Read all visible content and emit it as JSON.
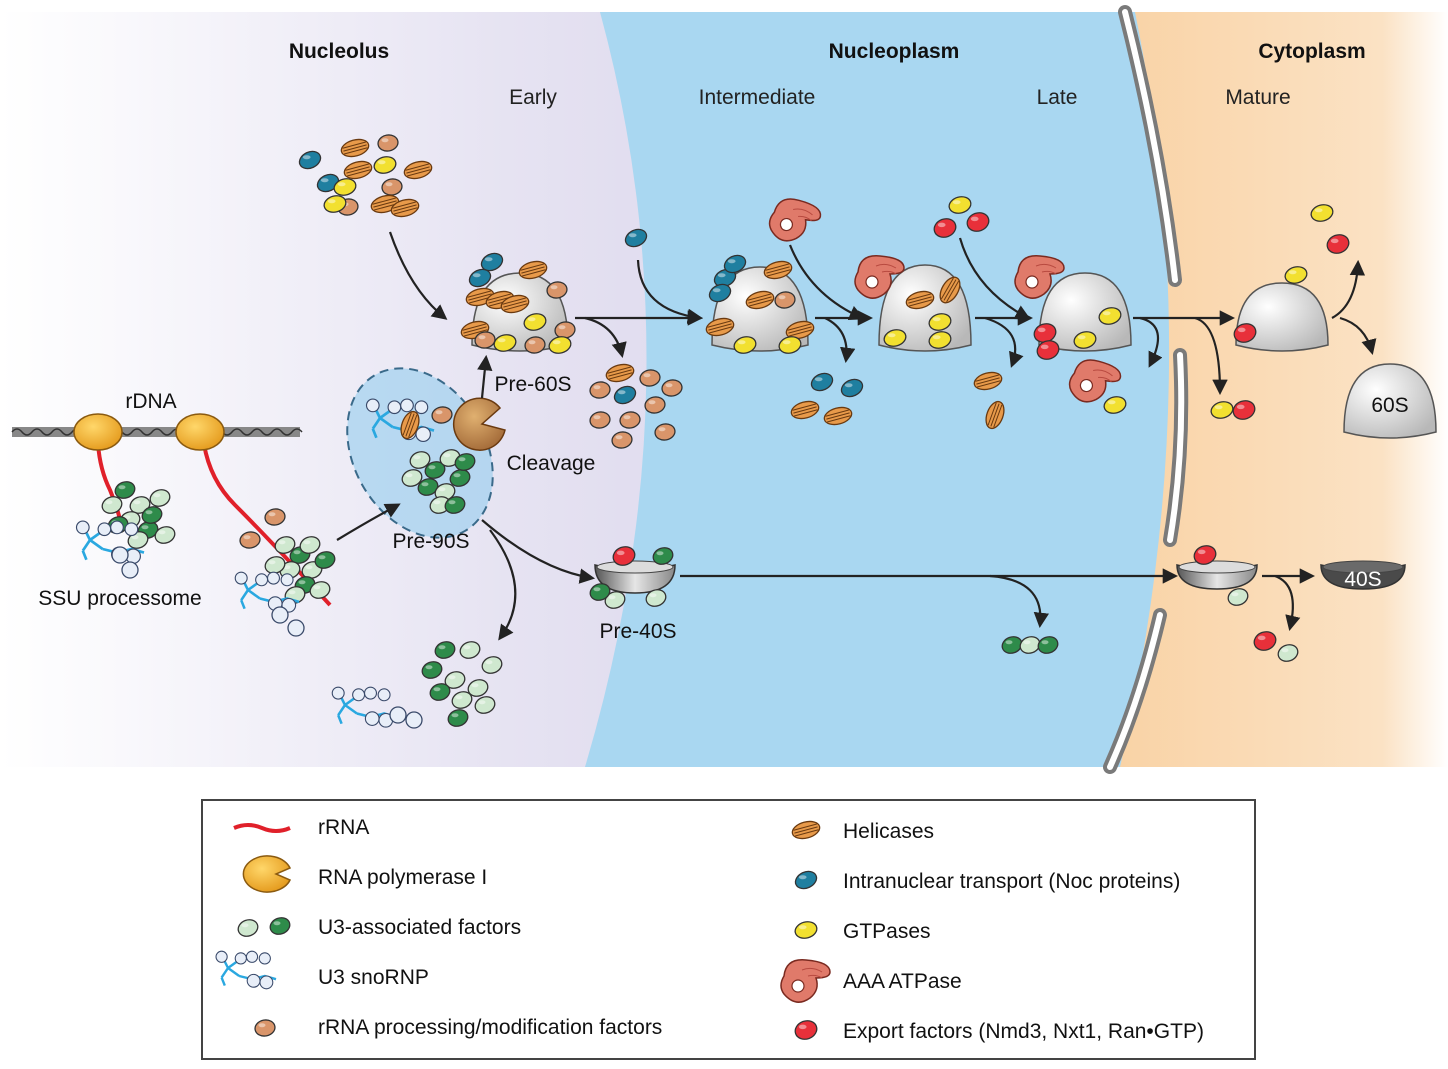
{
  "regions": {
    "nucleolus": "Nucleolus",
    "nucleoplasm": "Nucleoplasm",
    "cytoplasm": "Cytoplasm"
  },
  "stages": {
    "early": "Early",
    "intermediate": "Intermediate",
    "late": "Late",
    "mature": "Mature"
  },
  "labels": {
    "rdna": "rDNA",
    "ssu_processome": "SSU processome",
    "pre90s": "Pre-90S",
    "pre60s": "Pre-60S",
    "cleavage": "Cleavage",
    "pre40s": "Pre-40S",
    "s60": "60S",
    "s40": "40S"
  },
  "legend": {
    "rrna": "rRNA",
    "polymerase": "RNA polymerase I",
    "u3_factors": "U3-associated factors",
    "u3_snornp": "U3 snoRNP",
    "processing": "rRNA processing/modification factors",
    "helicases": "Helicases",
    "noc": "Intranuclear transport (Noc proteins)",
    "gtpases": "GTPases",
    "aaa": "AAA ATPase",
    "export": "Export factors (Nmd3, Nxt1, Ran•GTP)"
  },
  "colors": {
    "nucleolus_bg": "#d4cde6",
    "nucleoplasm_bg": "#a8d8f0",
    "cytoplasm_bg": "#fbdcb2",
    "rrna": "#e0202a",
    "polymerase": "#f0a820",
    "u3_light": "#cfe8cf",
    "u3_dark": "#2e8b4a",
    "snornp": "#2aa8e0",
    "processing": "#d9956a",
    "helicase": "#e89a4a",
    "noc": "#1f7fa0",
    "gtpase": "#f2e030",
    "aaa": "#e07a6a",
    "export": "#e8303a"
  }
}
